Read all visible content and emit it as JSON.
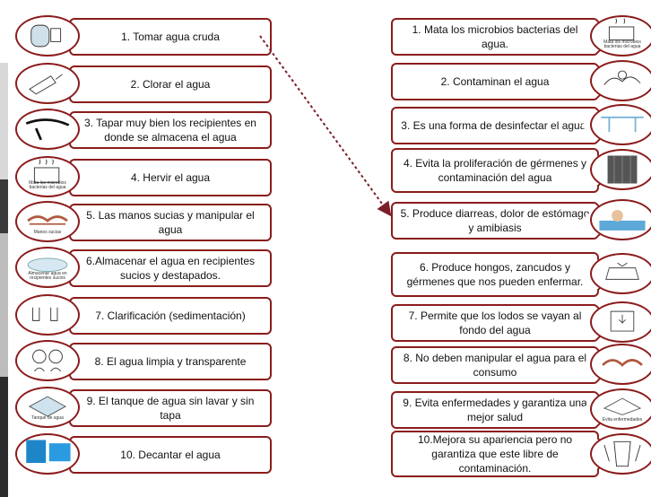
{
  "left_items": [
    {
      "text": "1. Tomar agua cruda",
      "icon": "drinking-person-icon"
    },
    {
      "text": "2. Clorar el agua",
      "icon": "chlorine-dropper-icon"
    },
    {
      "text": "3. Tapar muy bien los recipientes en donde se almacena el agua",
      "icon": "container-lid-icon"
    },
    {
      "text": "4. Hervir el agua",
      "icon": "boiling-pot-icon",
      "caption": "Mata los microbios bacterias del agua"
    },
    {
      "text": "5. Las manos sucias y manipular el agua",
      "icon": "dirty-hands-icon",
      "caption": "Manos sucias"
    },
    {
      "text": "6.Almacenar el agua en recipientes sucios y destapados.",
      "icon": "dirty-container-icon",
      "caption": "Almacenar agua en recipientes sucios"
    },
    {
      "text": "7. Clarificación (sedimentación)",
      "icon": "sedimentation-icon"
    },
    {
      "text": "8. El agua limpia  y transparente",
      "icon": "people-drinking-icon"
    },
    {
      "text": "9. El tanque de agua sin lavar y sin tapa",
      "icon": "water-tank-icon",
      "caption": "Tanque de agua"
    },
    {
      "text": "10. Decantar el agua",
      "icon": "blue-buckets-icon"
    }
  ],
  "right_items": [
    {
      "text": "1. Mata los microbios bacterias del agua.",
      "icon": "boiling-pot-icon",
      "caption": "Mata los microbios bacterias del agua"
    },
    {
      "text": "2. Contaminan el agua",
      "icon": "contaminated-water-icon"
    },
    {
      "text": "3. Es una forma de desinfectar el agua.",
      "icon": "disinfection-icon"
    },
    {
      "text": "4. Evita la proliferación de gérmenes y contaminación del agua",
      "icon": "covered-barrel-icon"
    },
    {
      "text": "5. Produce diarreas, dolor de estómago y amibiasis",
      "icon": "sick-person-icon"
    },
    {
      "text": "6. Produce hongos, zancudos y gérmenes que nos pueden enfermar.",
      "icon": "mosquito-container-icon"
    },
    {
      "text": "7. Permite que los lodos se vayan al fondo del agua",
      "icon": "sediment-jar-icon"
    },
    {
      "text": "8. No deben manipular el agua para el consumo",
      "icon": "hands-icon"
    },
    {
      "text": "9. Evita enfermedades y garantiza una mejor salud",
      "icon": "clean-water-icon",
      "caption": "Evita enfermedades"
    },
    {
      "text": "10.Mejora su apariencia pero no garantiza que este libre de contaminación.",
      "icon": "water-glass-icon"
    }
  ],
  "colors": {
    "border": "#8b1c1c",
    "arrow": "#7a1f2a"
  }
}
